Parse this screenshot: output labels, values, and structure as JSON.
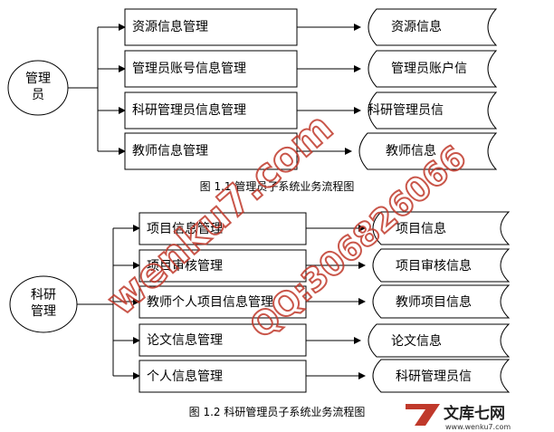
{
  "diagram1": {
    "actor": [
      "管理",
      "员"
    ],
    "processes": [
      "资源信息管理",
      "管理员账号信息管理",
      "科研管理员信息管理",
      "教师信息管理"
    ],
    "stores": [
      "资源信息",
      "管理员账户信",
      "科研管理员信",
      "教师信息"
    ],
    "caption": "图 1.1  管理员子系统业务流程图"
  },
  "diagram2": {
    "actor": [
      "科研",
      "管理"
    ],
    "processes": [
      "项目信息管理",
      "项目审核管理",
      "教师个人项目信息管理",
      "论文信息管理",
      "个人信息管理"
    ],
    "stores": [
      "项目信息",
      "项目审核信息",
      "教师项目信息",
      "论文信息",
      "科研管理员信"
    ],
    "caption": "图 1.2  科研管理员子系统业务流程图"
  },
  "watermark": {
    "line1": "wenku7.com",
    "line2": "QQ:306826066",
    "logo_text": "文库七网",
    "logo_url": "www.wenku7.com"
  }
}
